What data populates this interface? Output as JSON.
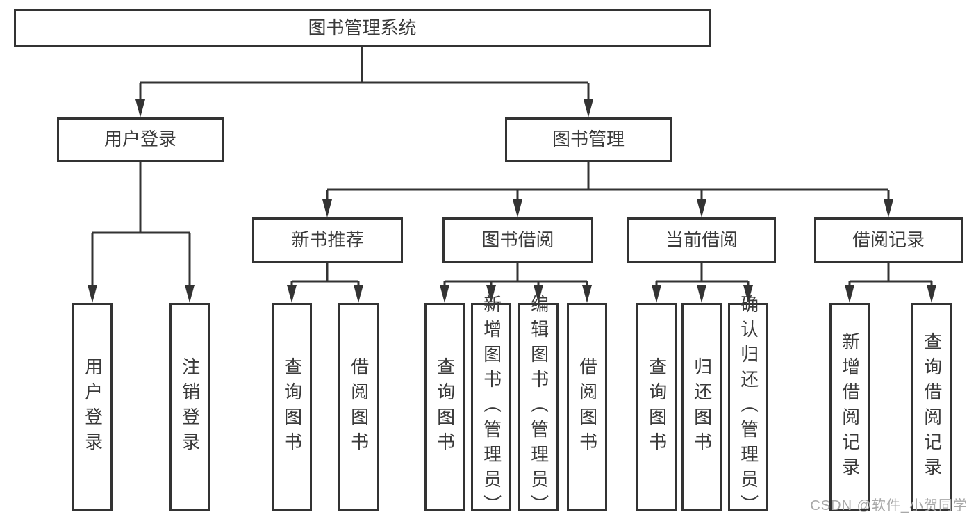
{
  "colors": {
    "line": "#333333",
    "text": "#3a3a3a",
    "box-bg": "#ffffff",
    "watermark": "#a8a8a8"
  },
  "diagram": {
    "title": "图书管理系统",
    "level2": {
      "user_login": "用户登录",
      "book_management": "图书管理"
    },
    "level3": {
      "new_book_recommend": "新书推荐",
      "book_borrow": "图书借阅",
      "current_borrow": "当前借阅",
      "borrow_record": "借阅记录"
    },
    "leaves": {
      "user_login": "用户登录",
      "logout": "注销登录",
      "recommend_query_book": "查询图书",
      "recommend_borrow_book": "借阅图书",
      "borrow_query_book": "查询图书",
      "borrow_add_book": "新增图书（管理员）",
      "borrow_edit_book": "编辑图书（管理员）",
      "borrow_borrow_book": "借阅图书",
      "current_query_book": "查询图书",
      "current_return_book": "归还图书",
      "current_confirm_return": "确认归还（管理员）",
      "record_add": "新增借阅记录",
      "record_query": "查询借阅记录"
    }
  },
  "watermark": {
    "text": "CSDN @软件_小贺同学"
  }
}
